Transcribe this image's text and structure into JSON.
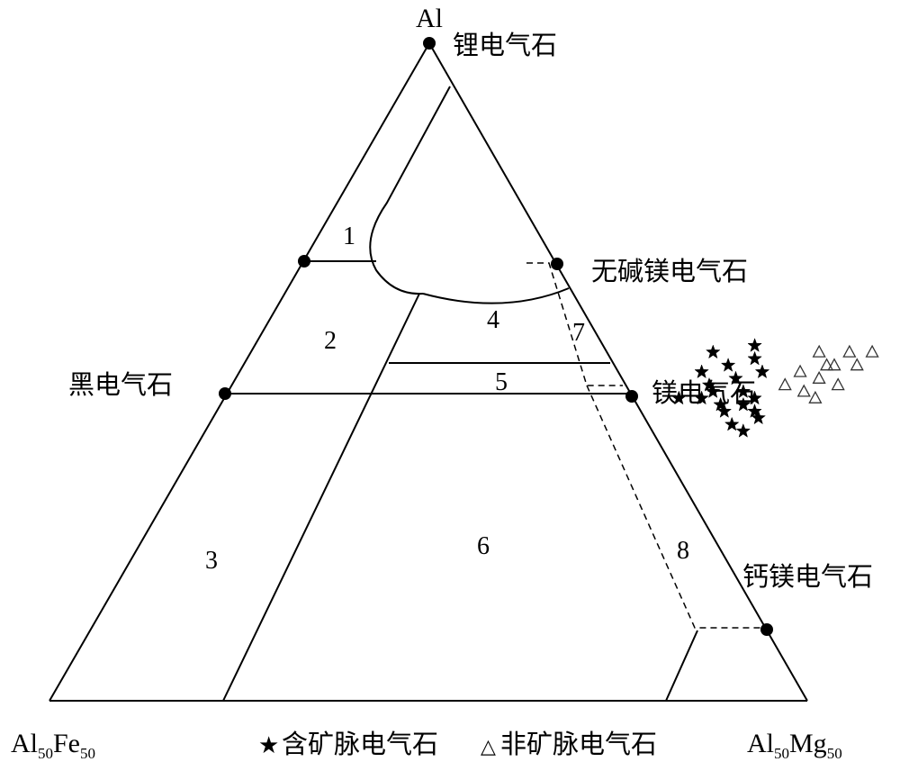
{
  "vertices": {
    "top": "Al",
    "bottom_left": {
      "base": "Al",
      "sub1": "50",
      "mid": "Fe",
      "sub2": "50"
    },
    "bottom_right": {
      "base": "Al",
      "sub1": "50",
      "mid": "Mg",
      "sub2": "50"
    }
  },
  "end_members": {
    "elbaite": "锂电气石",
    "foitite": "无碱镁电气石",
    "schorl": "黑电气石",
    "dravite": "镁电气石",
    "uvite": "钙镁电气石"
  },
  "regions": [
    "1",
    "2",
    "3",
    "4",
    "5",
    "6",
    "7",
    "8"
  ],
  "legend": {
    "star_symbol": "★",
    "star_label": "含矿脉电气石",
    "triangle_symbol": "△",
    "triangle_label": "非矿脉电气石"
  },
  "marker_color": "#000000",
  "line_color": "#000000",
  "chart_data": {
    "type": "scatter",
    "series": [
      {
        "name": "含矿脉电气石",
        "marker": "star",
        "points": [
          [
            0.61,
            0.53
          ],
          [
            0.66,
            0.54
          ],
          [
            0.61,
            0.5
          ],
          [
            0.64,
            0.51
          ],
          [
            0.67,
            0.52
          ],
          [
            0.63,
            0.48
          ],
          [
            0.66,
            0.49
          ],
          [
            0.69,
            0.5
          ],
          [
            0.64,
            0.47
          ],
          [
            0.68,
            0.47
          ],
          [
            0.66,
            0.45
          ],
          [
            0.7,
            0.46
          ],
          [
            0.67,
            0.44
          ],
          [
            0.71,
            0.44
          ],
          [
            0.69,
            0.42
          ],
          [
            0.71,
            0.41
          ],
          [
            0.63,
            0.46
          ],
          [
            0.6,
            0.46
          ],
          [
            0.69,
            0.45
          ],
          [
            0.72,
            0.43
          ]
        ]
      },
      {
        "name": "非矿脉电气石",
        "marker": "triangle",
        "points": [
          [
            0.75,
            0.53
          ],
          [
            0.79,
            0.53
          ],
          [
            0.82,
            0.53
          ],
          [
            0.74,
            0.5
          ],
          [
            0.78,
            0.51
          ],
          [
            0.81,
            0.51
          ],
          [
            0.77,
            0.49
          ],
          [
            0.8,
            0.48
          ],
          [
            0.76,
            0.47
          ],
          [
            0.78,
            0.46
          ],
          [
            0.73,
            0.48
          ],
          [
            0.77,
            0.51
          ]
        ]
      }
    ]
  }
}
